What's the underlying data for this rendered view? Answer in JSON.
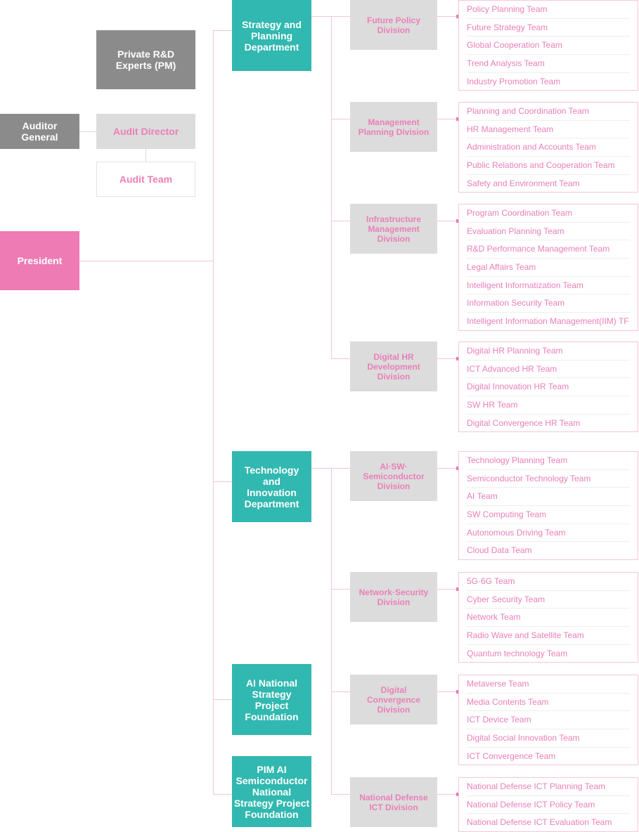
{
  "president": "President",
  "auditor_general": "Auditor General",
  "audit_director": "Audit Director",
  "audit_team": "Audit Team",
  "private_rd": "Private R&D Experts (PM)",
  "departments": {
    "strategy": "Strategy and Planning Department",
    "technology": "Technology and Innovation Department",
    "ai_foundation": "AI National Strategy Project Foundation",
    "pim_foundation": "PIM AI Semiconductor National Strategy Project Foundation"
  },
  "divisions": [
    {
      "name": "Future Policy Division",
      "teams": [
        "Policy Planning Team",
        "Future Strategy Team",
        "Global Cooperation Team",
        "Trend Analysis Team",
        "Industry Promotion Team"
      ]
    },
    {
      "name": "Management Planning Division",
      "teams": [
        "Planning and Coordination Team",
        "HR Management Team",
        "Administration and Accounts Team",
        "Public Relations and Cooperation Team",
        "Safety and Environment Team"
      ]
    },
    {
      "name": "Infrastructure Management Division",
      "teams": [
        "Program Coordination Team",
        "Evaluation Planning Team",
        "R&D Performance Management Team",
        "Legal Affairs Team",
        "Intelligent Informatization Team",
        "Information Security Team",
        "Intelligent Information Management(IIM) TF"
      ]
    },
    {
      "name": "Digital HR Development Division",
      "teams": [
        "Digital HR Planning Team",
        "ICT Advanced HR Team",
        "Digital Innovation HR Team",
        "SW HR Team",
        "Digital Convergence HR Team"
      ]
    },
    {
      "name": "AI·SW· Semiconductor Division",
      "teams": [
        "Technology Planning Team",
        "Semiconductor Technology Team",
        "AI Team",
        "SW Computing Team",
        "Autonomous Driving Team",
        "Cloud Data Team"
      ]
    },
    {
      "name": "Network·Security Division",
      "teams": [
        "5G·6G Team",
        "Cyber Security Team",
        "Network Team",
        "Radio Wave and Satellite Team",
        "Quantum technology Team"
      ]
    },
    {
      "name": "Digital Convergence Division",
      "teams": [
        "Metaverse Team",
        "Media Contents Team",
        "ICT Device Team",
        "Digital Social Innovation Team",
        "ICT Convergence Team"
      ]
    },
    {
      "name": "National Defense ICT Division",
      "teams": [
        "National Defense ICT Planning Team",
        "National Defense ICT Policy Team",
        "National Defense ICT Evaluation Team"
      ]
    }
  ],
  "colors": {
    "pink": "#ee7bb4",
    "teal": "#31b8b0",
    "gray_dark": "#8b8b8c",
    "gray_light": "#dcdcdc"
  }
}
